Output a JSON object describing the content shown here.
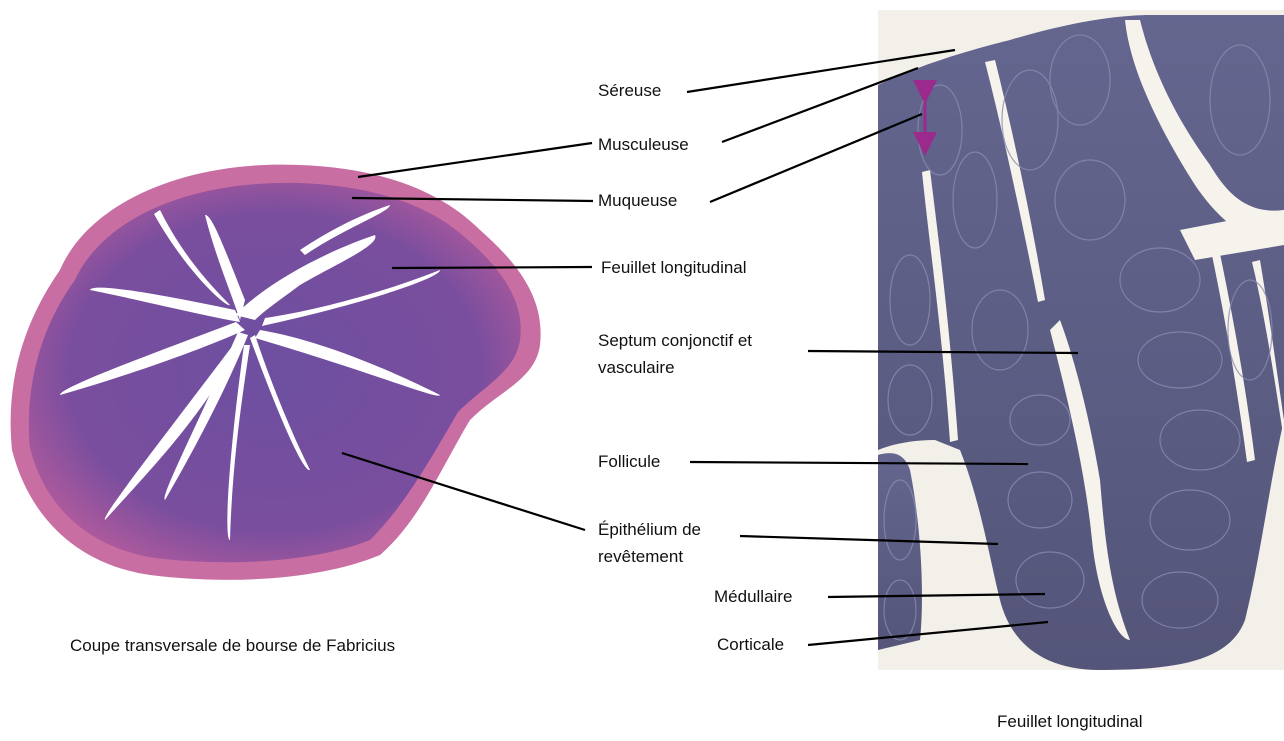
{
  "captions": {
    "left": "Coupe transversale de bourse de Fabricius",
    "right": "Feuillet longitudinal"
  },
  "labels": {
    "sereuse": "Séreuse",
    "musculeuse": "Musculeuse",
    "muqueuse": "Muqueuse",
    "feuillet": "Feuillet longitudinal",
    "septum_1": "Septum conjonctif et",
    "septum_2": "vasculaire",
    "follicule": "Follicule",
    "epithelium_1": "Épithélium de",
    "epithelium_2": "revêtement",
    "medullaire": "Médullaire",
    "corticale": "Corticale"
  },
  "colors": {
    "tissue_pink": "#c0609c",
    "tissue_purple": "#5a4a9a",
    "lumen": "#ffffff",
    "micro_follicle": "#5b5c84",
    "micro_background": "#f3efe9",
    "arrow": "#9b2a8c"
  }
}
